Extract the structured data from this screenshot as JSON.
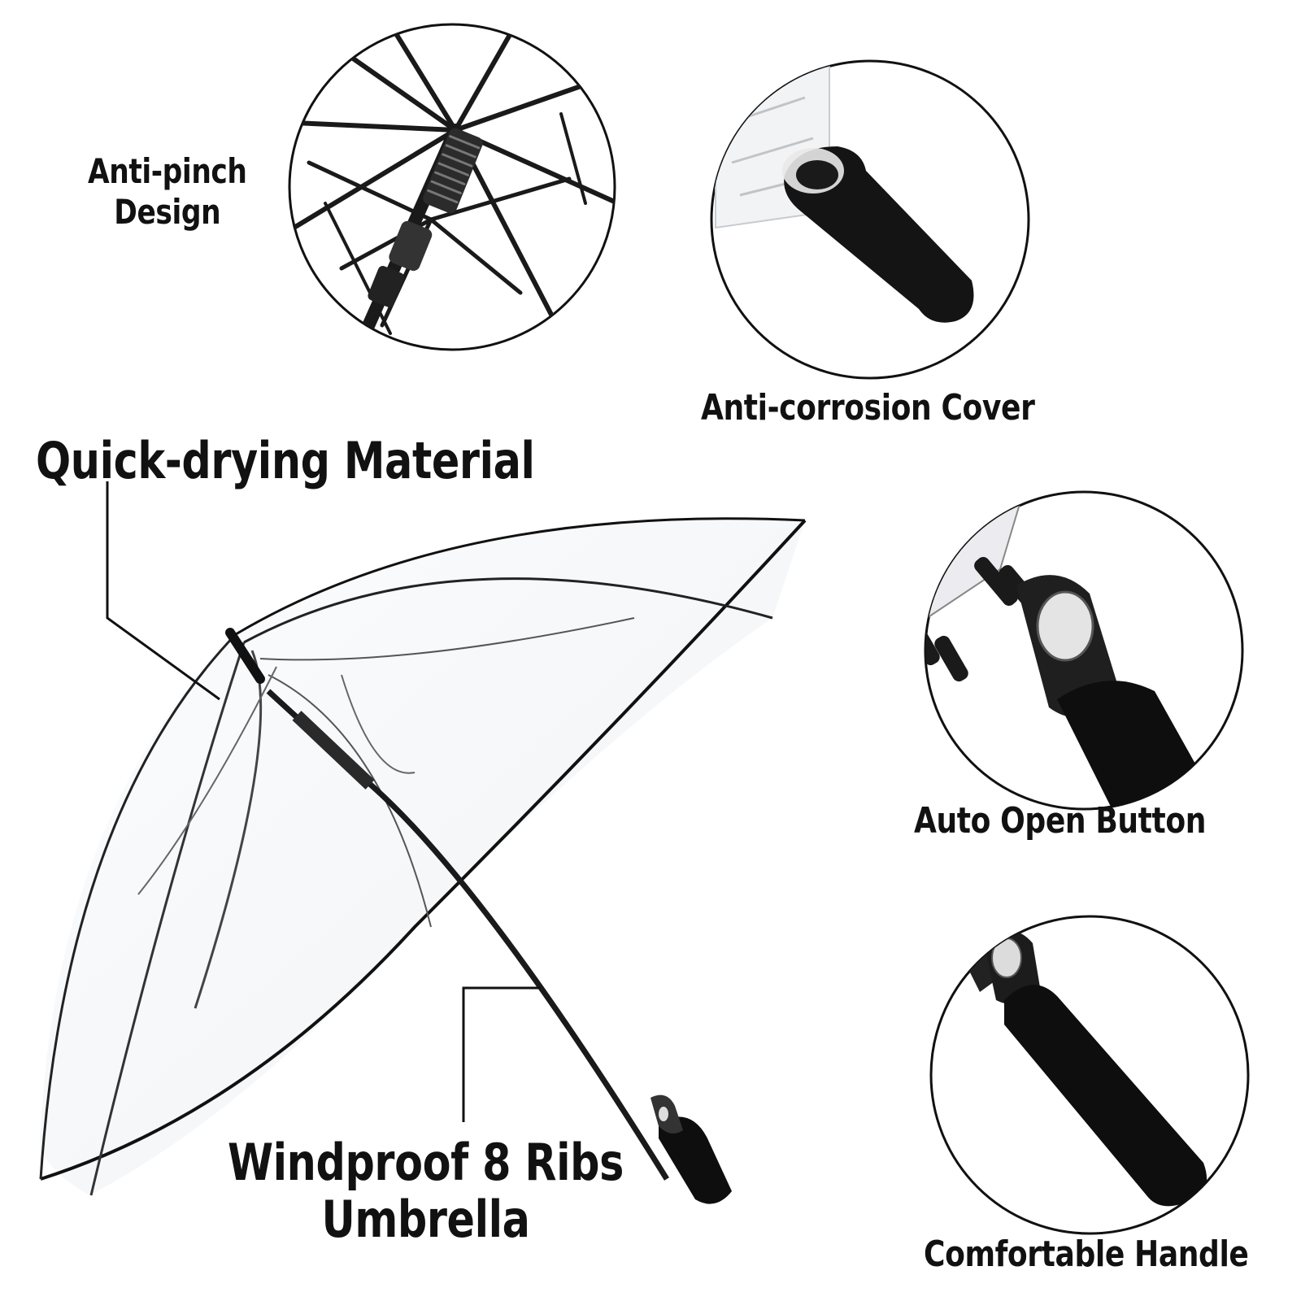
{
  "labels": {
    "anti_pinch_line1": "Anti-pinch",
    "anti_pinch_line2": "Design",
    "anti_corrosion": "Anti-corrosion Cover",
    "quick_drying": "Quick-drying Material",
    "auto_open": "Auto Open Button",
    "windproof_line1": "Windproof 8 Ribs",
    "windproof_line2": "Umbrella",
    "comfortable_handle": "Comfortable Handle"
  },
  "colors": {
    "text": "#111111",
    "frame": "#1a1a1a",
    "foam": "#0e0e0e",
    "canopy": "#f4f6f8"
  },
  "icons": [
    "umbrella-icon",
    "rib-joint-icon",
    "tip-cover-icon",
    "open-button-icon",
    "handle-grip-icon"
  ]
}
